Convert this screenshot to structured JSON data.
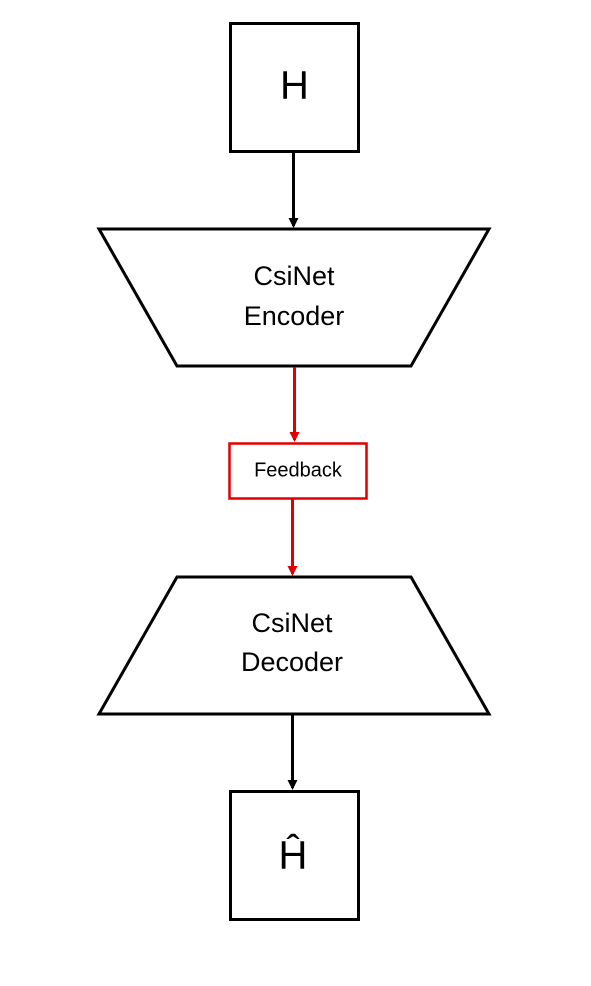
{
  "diagram": {
    "nodes": {
      "input": {
        "label": "H"
      },
      "encoder": {
        "line1": "CsiNet",
        "line2": "Encoder"
      },
      "feedback": {
        "label": "Feedback"
      },
      "decoder": {
        "line1": "CsiNet",
        "line2": "Decoder"
      },
      "output": {
        "label": "Ĥ"
      }
    },
    "colors": {
      "stroke": "#000000",
      "feedback": "#e00000",
      "background": "#ffffff"
    }
  }
}
